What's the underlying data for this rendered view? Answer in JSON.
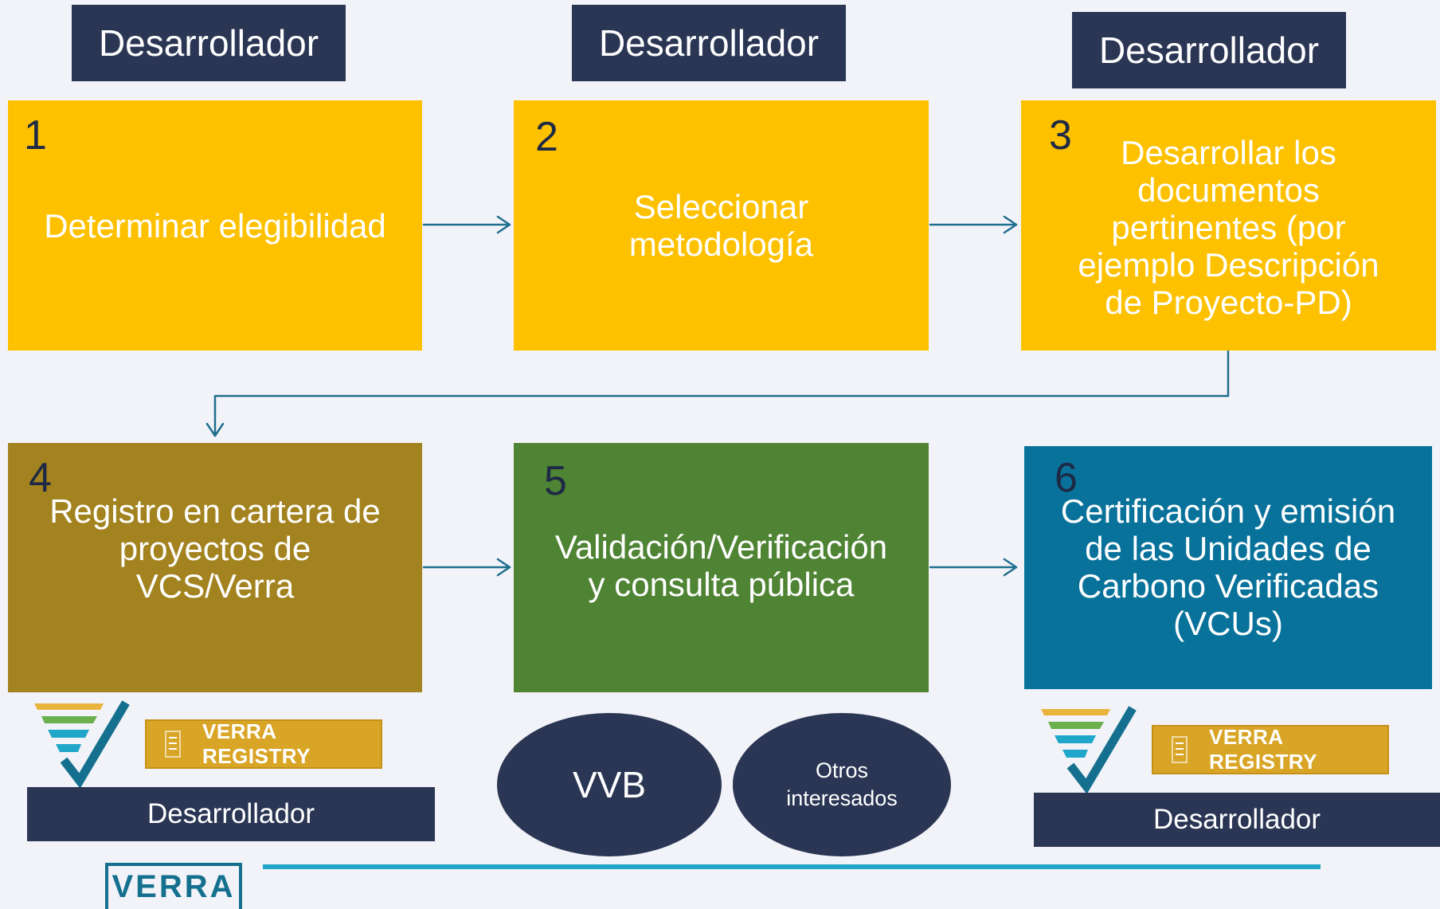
{
  "roles": {
    "top": [
      "Desarrollador",
      "Desarrollador",
      "Desarrollador"
    ],
    "bottom_left": "Desarrollador",
    "bottom_right": "Desarrollador"
  },
  "steps": [
    {
      "number": "1",
      "text": "Determinar elegibilidad"
    },
    {
      "number": "2",
      "text": "Seleccionar\nmetodología"
    },
    {
      "number": "3",
      "text": "Desarrollar los\ndocumentos\npertinentes (por\nejemplo Descripción\nde Proyecto-PD)"
    },
    {
      "number": "4",
      "text": "Registro en cartera de\nproyectos de\nVCS/Verra"
    },
    {
      "number": "5",
      "text": "Validación/Verificación\ny consulta pública"
    },
    {
      "number": "6",
      "text": "Certificación y emisión\nde las Unidades de\nCarbono Verificadas\n(VCUs)"
    }
  ],
  "stakeholders": {
    "vvb": "VVB",
    "others": "Otros\ninteresados"
  },
  "badges": {
    "registry_left": "VERRA REGISTRY",
    "registry_right": "VERRA REGISTRY"
  },
  "footer_logo": "VERRA",
  "colors": {
    "role_bg": "#2a3654",
    "step_yellow": "#fdc100",
    "step_olive": "#a3831f",
    "step_green": "#4f8434",
    "step_blue": "#09729b",
    "connector": "#1f6f8e",
    "footer_line": "#22a6c7"
  },
  "icons": [
    "verra-check-logo-icon",
    "registry-document-icon",
    "arrow-right-icon",
    "arrow-down-icon"
  ]
}
